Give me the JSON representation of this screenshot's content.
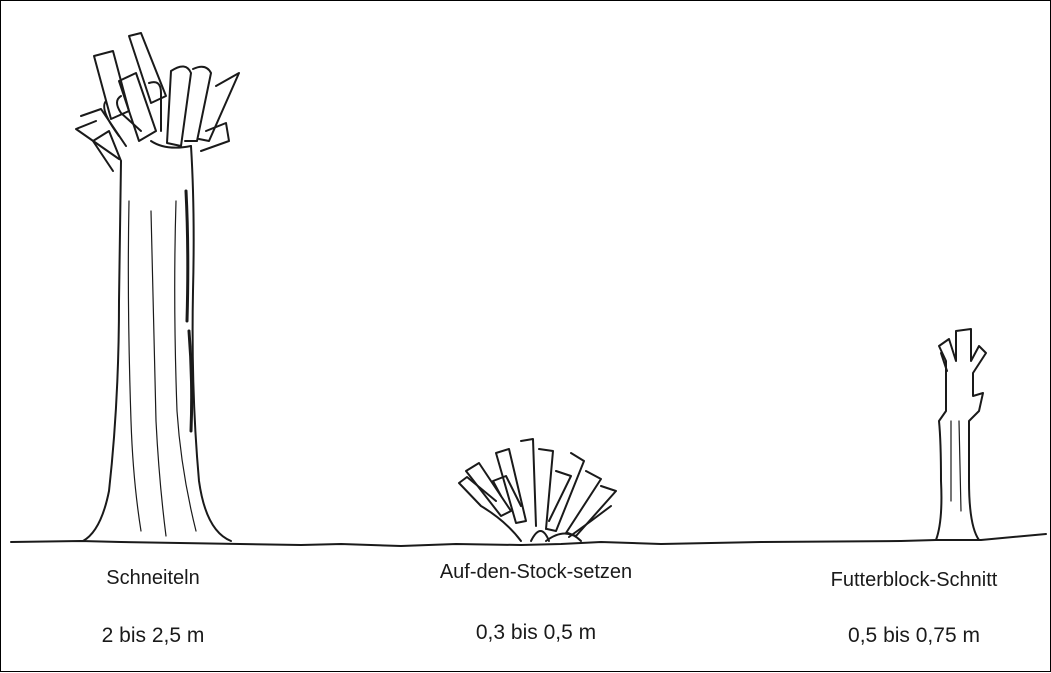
{
  "methods": [
    {
      "id": "schneiteln",
      "name": "Schneiteln",
      "height": "2 bis 2,5 m"
    },
    {
      "id": "stock",
      "name": "Auf-den-Stock-setzen",
      "height": "0,3 bis 0,5 m"
    },
    {
      "id": "futterblock",
      "name": "Futterblock-Schnitt",
      "height": "0,5 bis 0,75 m"
    }
  ],
  "colors": {
    "ink": "#1a1a1a",
    "background": "#ffffff"
  }
}
